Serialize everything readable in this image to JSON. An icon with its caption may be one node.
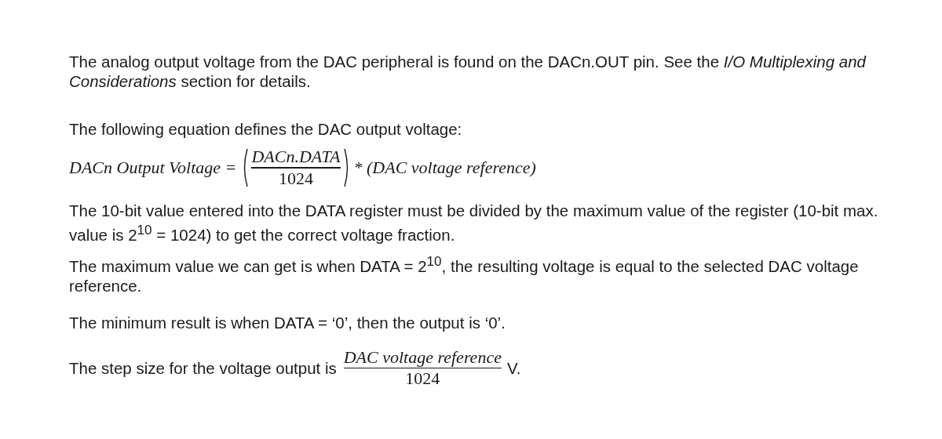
{
  "diagram": {
    "labels": [
      "The analog output voltage from the DAC peripheral is found on the DACn.OUT pin. See the *I/O Multiplexing and Considerations* section for details.",
      "The following equation defines the DAC output voltage:",
      "DACn Output Voltage =",
      "DACn.DATA",
      "1024",
      "* (DAC voltage reference)",
      "The 10-bit value entered into the DATA register must be divided by the maximum value of the register (10-bit max. value is 2$^{10}$ = 1024) to get the correct voltage fraction.",
      "The maximum value we can get is when DATA = 2$^{10}$, the resulting voltage is equal to the selected DAC voltage reference.",
      "The minimum result is when DATA = ‘0’, then the output is ‘0’.",
      "The step size for the voltage output is",
      "DAC voltage reference",
      "1024",
      "V."
    ]
  }
}
